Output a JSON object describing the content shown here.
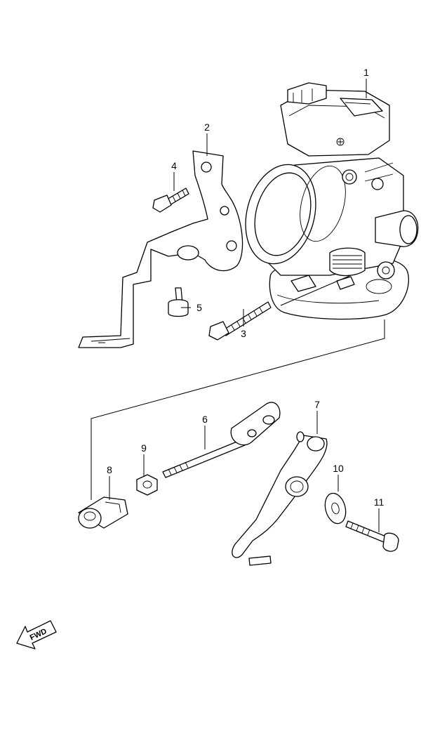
{
  "parts": [
    {
      "ref": "1"
    },
    {
      "ref": "2"
    },
    {
      "ref": "3"
    },
    {
      "ref": "4"
    },
    {
      "ref": "5"
    },
    {
      "ref": "6"
    },
    {
      "ref": "7"
    },
    {
      "ref": "8"
    },
    {
      "ref": "9"
    },
    {
      "ref": "10"
    },
    {
      "ref": "11"
    }
  ],
  "fwd_label": "FWD"
}
